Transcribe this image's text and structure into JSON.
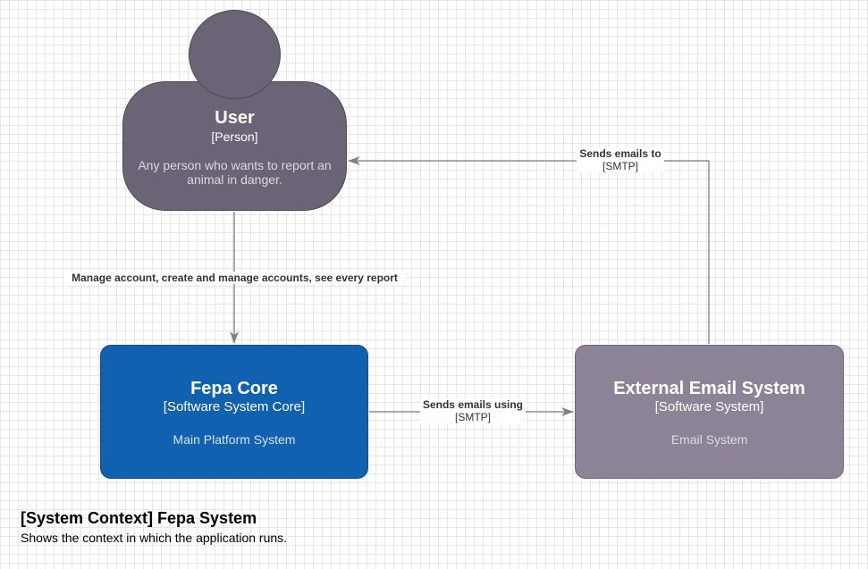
{
  "diagram": {
    "nodes": {
      "user": {
        "title": "User",
        "type": "[Person]",
        "description": "Any person who wants to report an animal in danger."
      },
      "core": {
        "title": "Fepa Core",
        "type": "[Software System Core]",
        "description": "Main Platform System"
      },
      "email": {
        "title": "External Email System",
        "type": "[Software System]",
        "description": "Email System"
      }
    },
    "edges": {
      "user_to_core": {
        "label": "Manage account, create and manage accounts, see every report"
      },
      "core_to_email": {
        "label": "Sends emails using",
        "technology": "[SMTP]"
      },
      "email_to_user": {
        "label": "Sends emails to",
        "technology": "[SMTP]"
      }
    },
    "footer": {
      "title": "[System Context] Fepa System",
      "description": "Shows the context in which the application runs."
    },
    "colors": {
      "person": "#6b6477",
      "core": "#1061b0",
      "external": "#8c8496",
      "edge": "#808080"
    }
  }
}
